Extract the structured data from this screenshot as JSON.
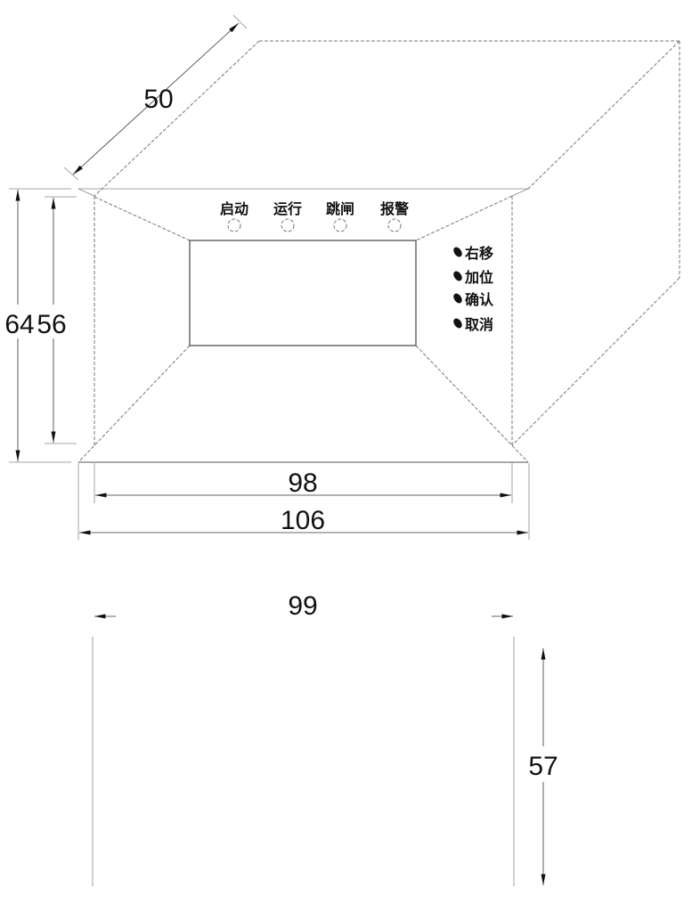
{
  "dimensions": {
    "depth": "50",
    "outer_height": "64",
    "inner_height": "56",
    "inner_width": "98",
    "outer_width": "106",
    "cutout_width": "99",
    "cutout_height": "57"
  },
  "indicators": [
    "启动",
    "运行",
    "跳闸",
    "报警"
  ],
  "buttons": [
    "右移",
    "加位",
    "确认",
    "取消"
  ]
}
